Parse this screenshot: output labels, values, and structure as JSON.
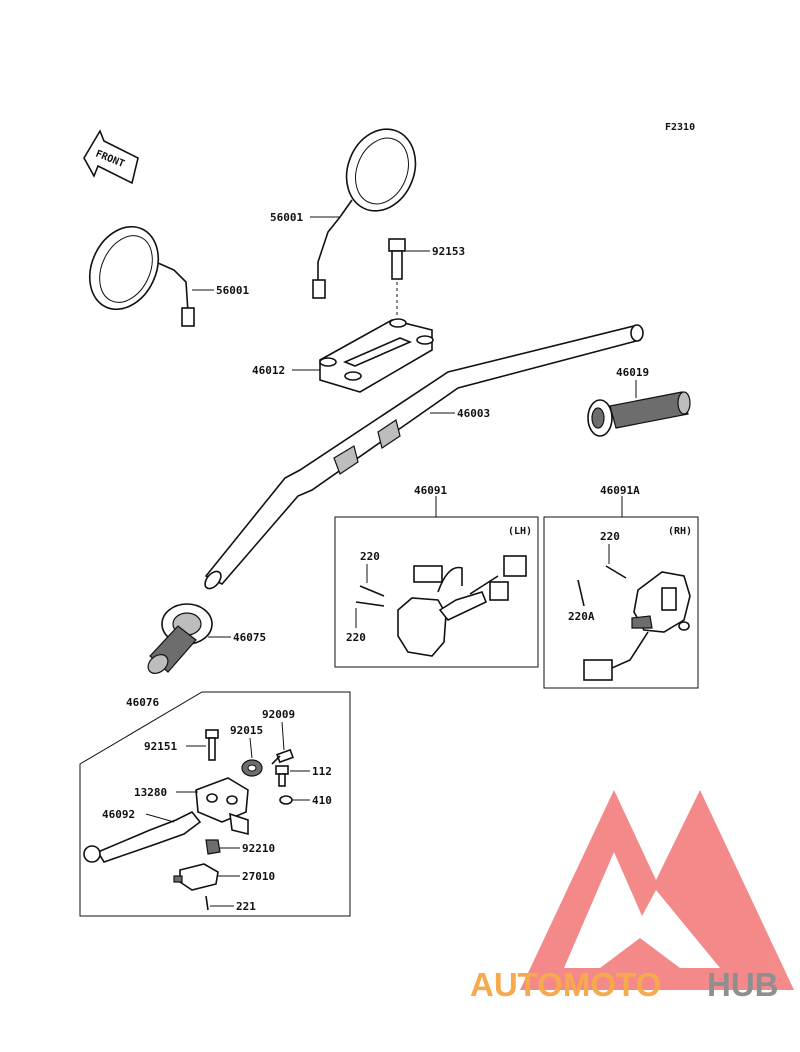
{
  "figure_code": "F2310",
  "front_label": "FRONT",
  "side_labels": {
    "left": "(LH)",
    "right": "(RH)"
  },
  "parts": {
    "mirror_right": "56001",
    "mirror_left": "56001",
    "bolt_top": "92153",
    "holder": "46012",
    "handlebar": "46003",
    "grip_right": "46019",
    "switch_left": "46091",
    "switch_right": "46091A",
    "screw_lh_1": "220",
    "screw_lh_2": "220",
    "screw_rh_1": "220",
    "screw_rh_2": "220A",
    "grip_left": "46075",
    "lever_assy": "46076",
    "bolt_92151": "92151",
    "collar_92015": "92015",
    "screw_92009": "92009",
    "screw_112": "112",
    "bracket_13280": "13280",
    "washer_410": "410",
    "lever_46092": "46092",
    "nut_92210": "92210",
    "switch_27010": "27010",
    "screw_221": "221"
  },
  "watermark": {
    "part1": "AUTOMOTO",
    "part2": "HUB"
  },
  "colors": {
    "watermark_red": "#ec2a2a",
    "watermark_orange": "#f6a94d",
    "watermark_grey": "#9a9a9a",
    "line": "#111111"
  }
}
